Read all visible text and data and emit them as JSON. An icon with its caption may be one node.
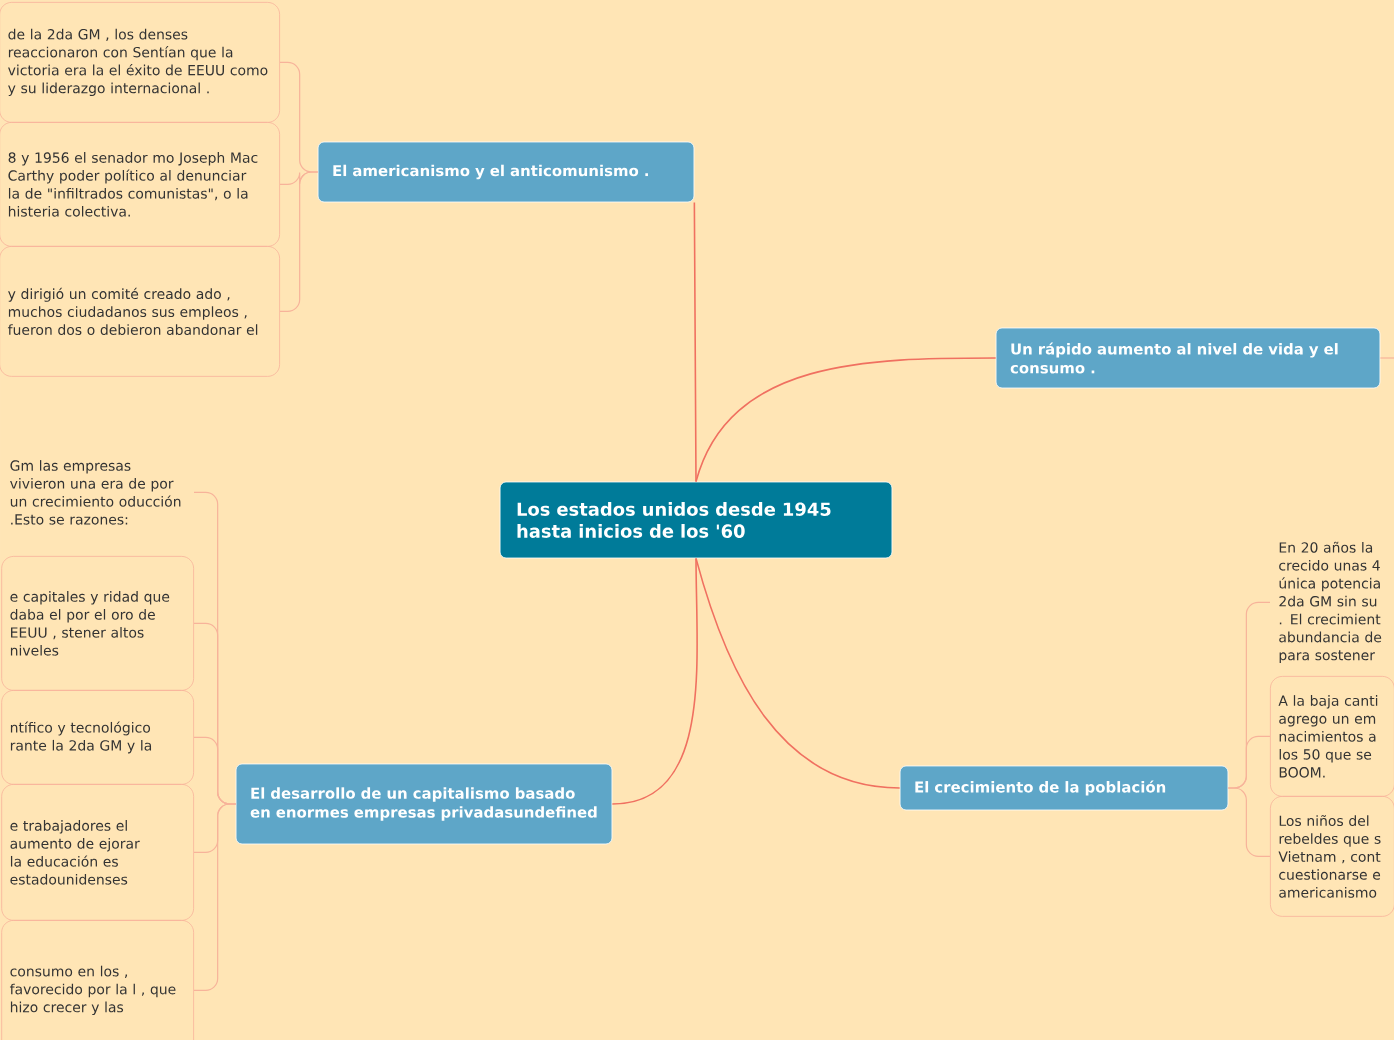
{
  "diagram": {
    "nodes": [
      {
        "text": [
          "Los estados unidos  desde 1945 hasta inicios de los '60"
        ]
      },
      {
        "text": [
          "El americanismo y el anticomunismo ."
        ]
      },
      {
        "text": [
          "de la 2da GM , los denses reaccionaron con Sentían que la victoria era la el éxito de EEUU como y su liderazgo internacional ."
        ]
      },
      {
        "text": [
          "8 y 1956 el senador mo Joseph Mac Carthy poder político al denunciar la de \"infiltrados comunistas\", o la histeria colectiva."
        ]
      },
      {
        "text": [
          "y dirigió un comité creado ado , muchos ciudadanos sus empleos , fueron dos o debieron abandonar el"
        ]
      },
      {
        "text": [
          "Un rápido aumento al nivel de vida y el consumo ."
        ]
      },
      {
        "text": [
          "El desarrollo de un capitalismo basado en enormes empresas privadasundefined"
        ]
      },
      {
        "text": [
          "Gm las empresas vivieron una era de por un crecimiento oducción .Esto se razones:"
        ]
      },
      {
        "text": [
          "e capitales y ridad que daba el por el oro de EEUU , stener altos niveles"
        ]
      },
      {
        "text": [
          "ntífico y tecnológico rante la 2da GM y la"
        ]
      },
      {
        "text": [
          "e trabajadores el aumento de ejorar la educación es estadounidenses"
        ]
      },
      {
        "text": [
          "consumo en los , favorecido por la l , que hizo crecer y las"
        ]
      },
      {
        "text": [
          "El crecimiento de la población"
        ]
      },
      {
        "text": [
          "En 20 años la crecido unas 4 única potencia 2da GM sin su . El crecimient abundancia de para sostener"
        ]
      },
      {
        "text": [
          "A la baja canti agrego un em nacimientos a los 50 que se BOOM."
        ]
      },
      {
        "text": [
          "Los niños del rebeldes que s Vietnam , cont cuestionarse e americanismo"
        ]
      }
    ],
    "edges": [
      {
        "from": 0,
        "to": 1,
        "arrow": "none"
      },
      {
        "from": 0,
        "to": 5,
        "arrow": "none"
      },
      {
        "from": 0,
        "to": 6,
        "arrow": "none"
      },
      {
        "from": 0,
        "to": 12,
        "arrow": "none"
      },
      {
        "from": 1,
        "to": 2,
        "arrow": "none"
      },
      {
        "from": 1,
        "to": 3,
        "arrow": "none"
      },
      {
        "from": 1,
        "to": 4,
        "arrow": "none"
      },
      {
        "from": 5,
        "to": null,
        "arrow": "none"
      },
      {
        "from": 6,
        "to": 7,
        "arrow": "none"
      },
      {
        "from": 6,
        "to": 8,
        "arrow": "none"
      },
      {
        "from": 6,
        "to": 9,
        "arrow": "none"
      },
      {
        "from": 6,
        "to": 10,
        "arrow": "none"
      },
      {
        "from": 6,
        "to": 11,
        "arrow": "none"
      },
      {
        "from": 12,
        "to": 13,
        "arrow": "none"
      },
      {
        "from": 12,
        "to": 14,
        "arrow": "none"
      },
      {
        "from": 12,
        "to": 15,
        "arrow": "none"
      }
    ]
  }
}
